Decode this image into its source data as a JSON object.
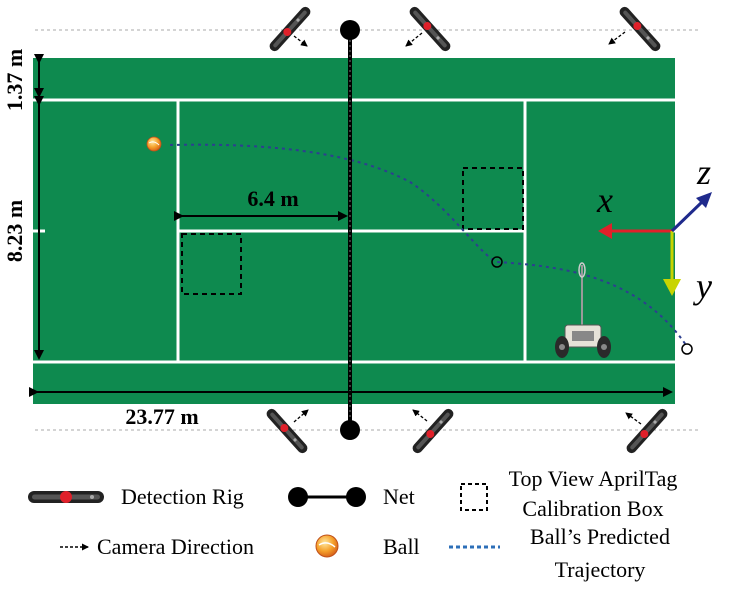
{
  "dimensions": {
    "alley_width": "1.37 m",
    "singles_width": "8.23 m",
    "service_to_net": "6.4 m",
    "court_length": "23.77 m"
  },
  "axes": {
    "x": "x",
    "y": "y",
    "z": "z",
    "colors": {
      "x": "#e0202a",
      "y": "#c8d400",
      "z": "#1f2a8c"
    }
  },
  "colors": {
    "court": "#0e8a4f",
    "lines": "#ffffff",
    "trajectory": "#2d3f8f",
    "rig_red": "#e0202a"
  },
  "legend": {
    "detection_rig": "Detection Rig",
    "net": "Net",
    "calibration_line1": "Top View AprilTag",
    "calibration_line2": "Calibration Box",
    "camera_direction": "Camera Direction",
    "ball": "Ball",
    "trajectory_line1": "Ball’s Predicted",
    "trajectory_line2": "Trajectory"
  }
}
